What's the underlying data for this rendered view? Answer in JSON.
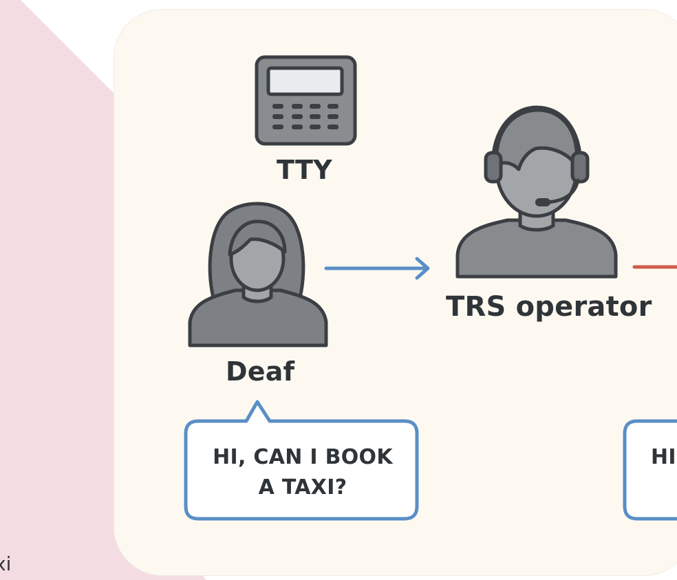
{
  "labels": {
    "tty": "TTY",
    "deaf": "Deaf",
    "operator": "TRS operator"
  },
  "bubbles": {
    "left_line1": "HI, CAN I BOOK",
    "left_line2": "A TAXI?",
    "right_partial": "HI"
  },
  "edge_text": "xi",
  "colors": {
    "page_background": "#ffffff",
    "side_shape": "#f3dde3",
    "panel": "#fdf9f1",
    "figure_fill": "#888b8e",
    "outline": "#3b3f43",
    "arrow_blue": "#5a8ec6",
    "arrow_red": "#cf5b4a",
    "bubble_border": "#5a8ec6"
  },
  "icons": [
    "tty-device-icon",
    "person-icon",
    "operator-headset-icon",
    "arrow-right-icon"
  ]
}
